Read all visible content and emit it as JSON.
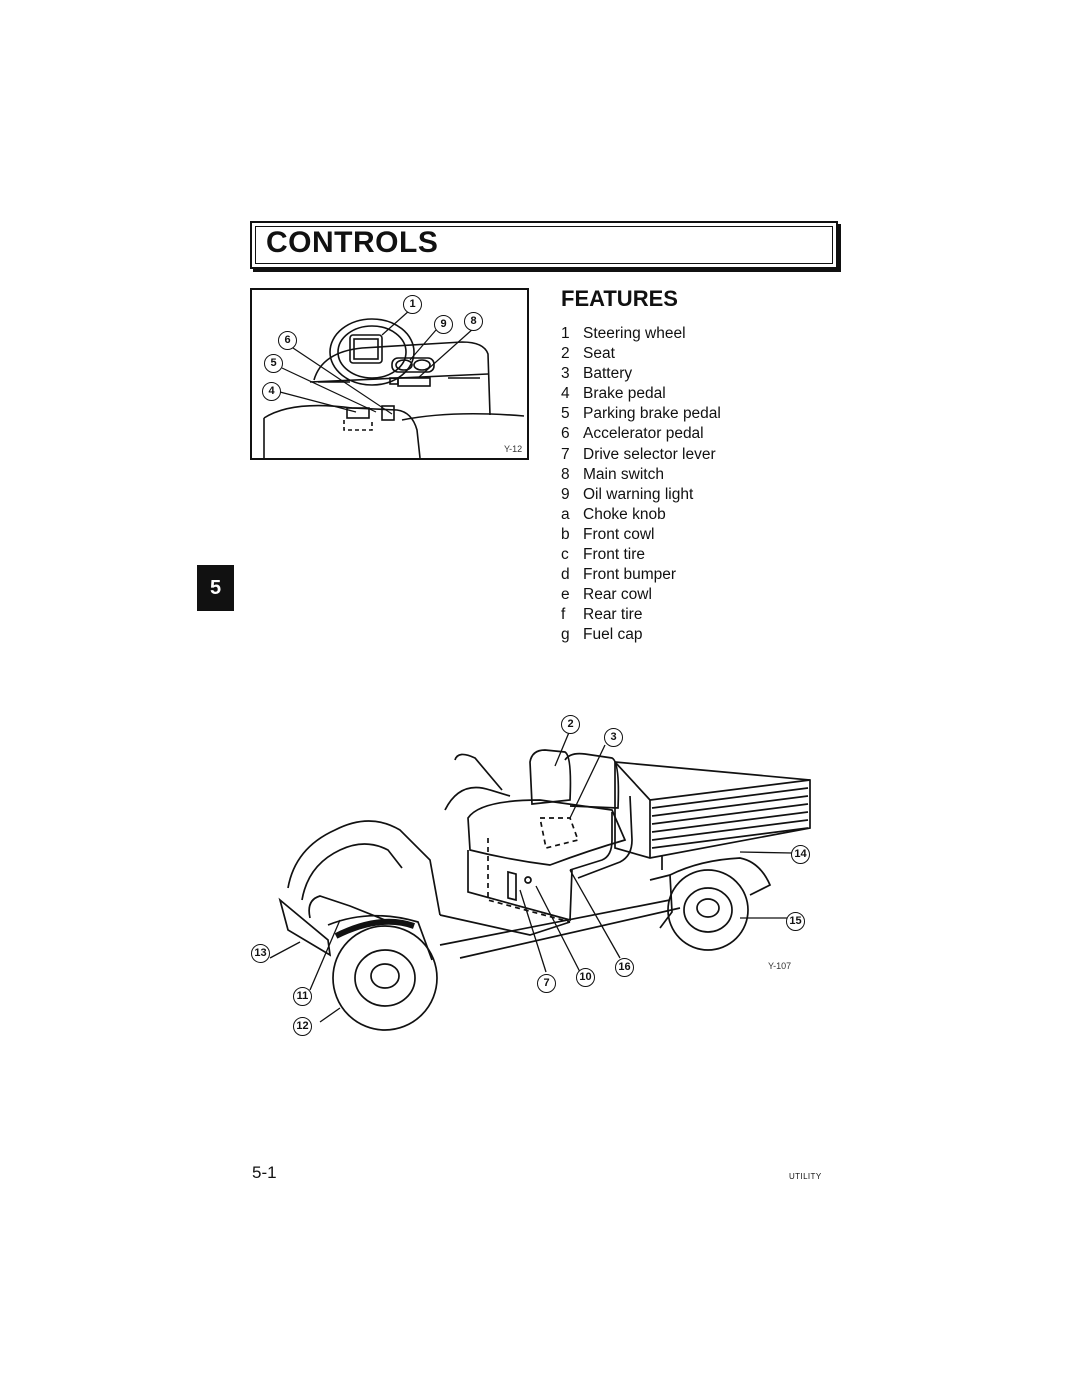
{
  "section_title": "CONTROLS",
  "features_heading": "FEATURES",
  "features": [
    {
      "key": "1",
      "label": "Steering wheel"
    },
    {
      "key": "2",
      "label": "Seat"
    },
    {
      "key": "3",
      "label": "Battery"
    },
    {
      "key": "4",
      "label": "Brake pedal"
    },
    {
      "key": "5",
      "label": "Parking brake pedal"
    },
    {
      "key": "6",
      "label": "Accelerator pedal"
    },
    {
      "key": "7",
      "label": "Drive selector lever"
    },
    {
      "key": "8",
      "label": "Main switch"
    },
    {
      "key": "9",
      "label": "Oil warning light"
    },
    {
      "key": "a",
      "label": "Choke knob"
    },
    {
      "key": "b",
      "label": "Front cowl"
    },
    {
      "key": "c",
      "label": "Front tire"
    },
    {
      "key": "d",
      "label": "Front bumper"
    },
    {
      "key": "e",
      "label": "Rear cowl"
    },
    {
      "key": "f",
      "label": "Rear tire"
    },
    {
      "key": "g",
      "label": "Fuel cap"
    }
  ],
  "dash_figure": {
    "code": "Y-12",
    "callouts": {
      "c1": "1",
      "c9": "9",
      "c8": "8",
      "c6": "6",
      "c5": "5",
      "c4": "4"
    }
  },
  "cart_figure": {
    "code": "Y-107",
    "callouts": {
      "c2": "2",
      "c3": "3",
      "c14": "14",
      "c15": "15",
      "c13": "13",
      "c16": "16",
      "c10": "10",
      "c7": "7",
      "c11": "11",
      "c12": "12"
    }
  },
  "chapter_tab": "5",
  "page_number": "5-1",
  "footer_label": "UTILITY"
}
